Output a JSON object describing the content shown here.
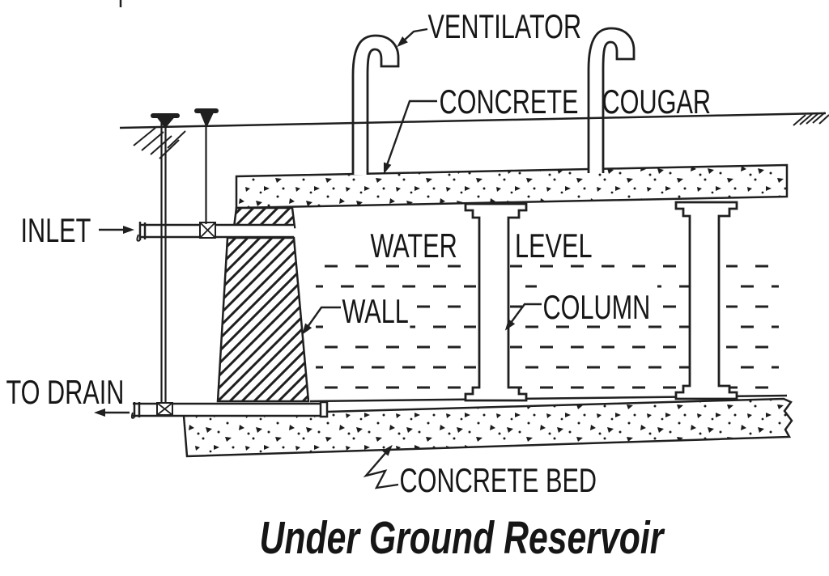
{
  "diagram": {
    "title": "Under Ground Reservoir",
    "labels": {
      "ventilator": "VENTILATOR",
      "concrete_cover": "CONCRETE COUGAR",
      "inlet": "INLET",
      "water_level": "WATER LEVEL",
      "wall": "WALL",
      "column": "COLUMN",
      "to_drain": "TO DRAIN",
      "concrete_bed": "CONCRETE BED"
    },
    "colors": {
      "ink": "#1f1f1f",
      "paper": "#ffffff"
    }
  }
}
